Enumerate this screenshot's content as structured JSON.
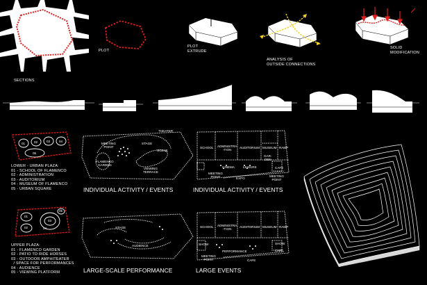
{
  "diagram_steps": {
    "plot": "PLOT",
    "plot_extrude": "PLOT\nEXTRUDE",
    "analysis": "ANALYSIS OF\nOUTSIDE CONNECTIONS",
    "solid_modification": "SOLID\nMODIFICATION"
  },
  "sections_label": "SECTIONS",
  "lower_plaza": {
    "legend": "LOWER - URBAN PLAZA:\n01 - SCHOOL OF FLAMENCO\n02 - ADMINISTRATION\n03 - AUDITORIUM\n04 - MUSEUM OF FLAMENCO\n05 - URBAN SQUARE",
    "circle_labels": [
      "01",
      "02",
      "03",
      "04",
      "05"
    ],
    "plaza_plan": {
      "caption": "INDIVIDUAL ACTIVITY / EVENTS",
      "labels": [
        "THEATER",
        "STAGE",
        "MEETING\nPOINT",
        "SCENE",
        "FLAMENCO\nGARDEN",
        "VIEWING\nTERRACE"
      ]
    },
    "building_plan": {
      "caption": "INDIVIDUAL ACTIVITY / EVENTS",
      "rooms": [
        "SCHOOL",
        "ADMINISTRA\n-TION",
        "AUDITORIUM",
        "MUSEUM",
        "RAMP",
        "GAR-\nDEN",
        "CAFE"
      ],
      "labels": [
        "CINEMA",
        "LEISURE",
        "MEETING\nPOINT",
        "MEETING\nPOINT",
        "EXPO"
      ]
    }
  },
  "upper_plaza": {
    "legend": "UPPER PLAZA:\n01 - FLAMENCO GARDEN\n02 - PATIO TO RIDE HORSES\n03 - OUTDOOR AMPHITEATER\n  / SPACE FOR PERFORMANCES\n04 - AUDIENCE\n05 - VIEWING PLATFORM",
    "circle_labels": [
      "01",
      "02",
      "03",
      "04",
      "05"
    ],
    "plaza_plan": {
      "caption": "LARGE-SCALE PERFORMANCE",
      "labels": [
        "STAGE",
        "AUDIENCE"
      ]
    },
    "building_plan": {
      "caption": "LARGE EVENTS",
      "rooms": [
        "SCHOOL",
        "ADMINISTRA\n-TION",
        "AUDITORIUM",
        "MUSEUM",
        "RAMP"
      ],
      "labels": [
        "SHOW",
        "SHOW",
        "PERFORMANCE",
        "MEETING\nPOINT",
        "CAFE",
        "CAFE"
      ]
    }
  },
  "colors": {
    "background": "#000000",
    "line": "#ffffff",
    "accent": "#e0201c",
    "arrow": "#f0d020"
  }
}
